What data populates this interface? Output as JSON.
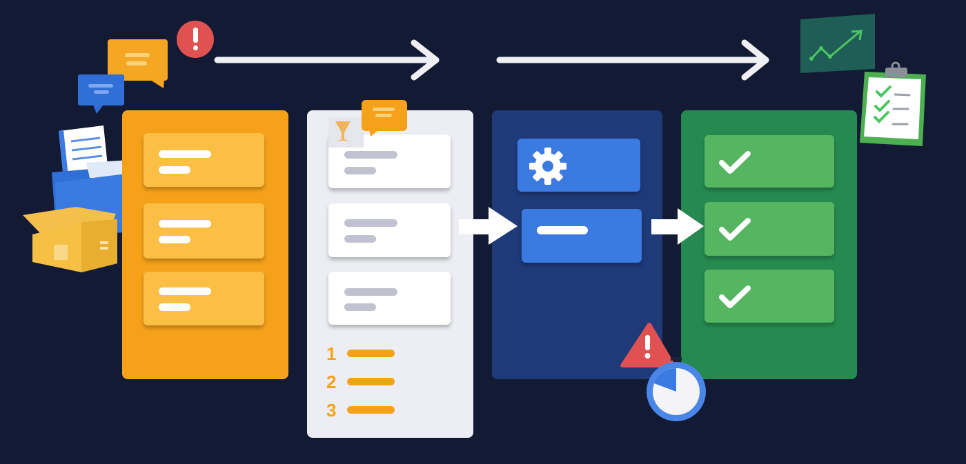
{
  "ordered_list": {
    "items": [
      {
        "number": "1"
      },
      {
        "number": "2"
      },
      {
        "number": "3"
      }
    ]
  },
  "colors": {
    "background": "#131a33",
    "intake": "#f5a21a",
    "review": "#eceef3",
    "processing": "#1e3a78",
    "done": "#268a50",
    "alert": "#e05252"
  },
  "icons": [
    "alert-circle-icon",
    "chat-bubble-icon",
    "document-icon",
    "folder-icon",
    "box-icon",
    "trophy-icon",
    "gear-icon",
    "checkmark-icon",
    "warning-icon",
    "stopwatch-icon",
    "trend-chart-icon",
    "clipboard-checklist-icon"
  ]
}
